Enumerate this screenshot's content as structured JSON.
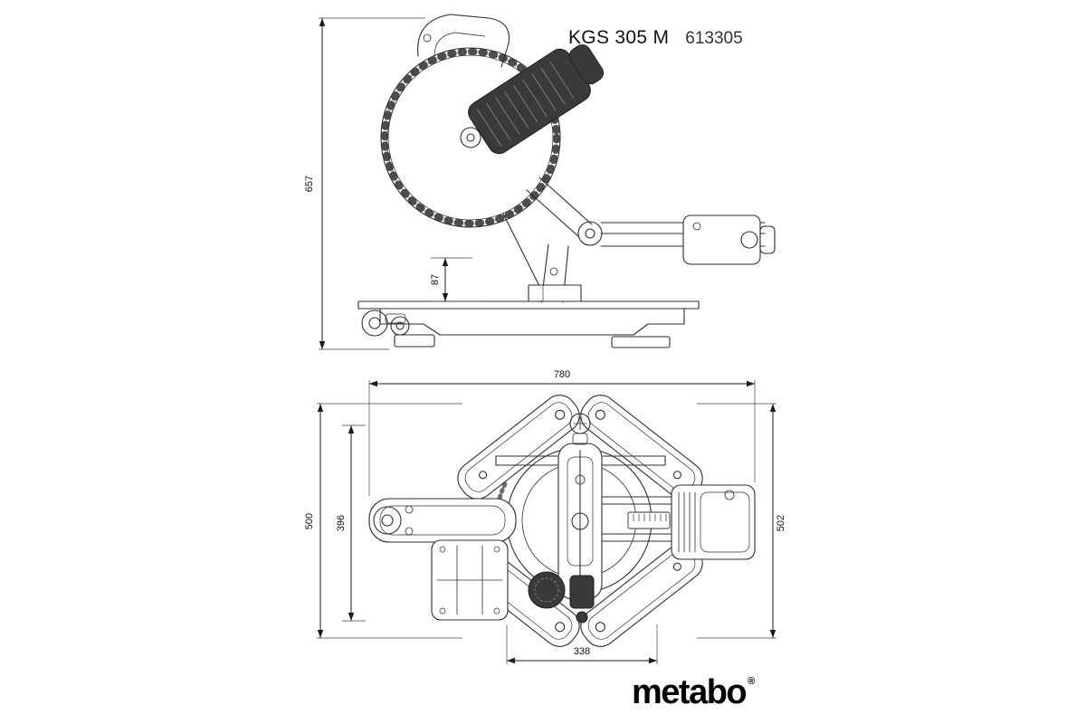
{
  "header": {
    "model": "KGS 305 M",
    "article_number": "613305"
  },
  "brand": {
    "logo_text": "metabo",
    "registered_mark": "®"
  },
  "dimensions": {
    "side_view": {
      "overall_height_mm": "657",
      "table_height_mm": "87"
    },
    "top_view": {
      "overall_width_mm": "780",
      "overall_depth_mm": "500",
      "inner_depth_mm": "396",
      "right_depth_mm": "502",
      "base_width_mm": "338"
    }
  }
}
